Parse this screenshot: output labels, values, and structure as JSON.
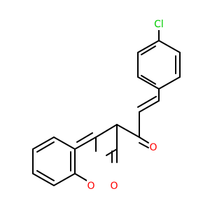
{
  "molecule": {
    "atoms": {
      "chlorine": {
        "symbol": "Cl",
        "color": "#00cc00"
      },
      "ketone_oxygen": {
        "symbol": "O",
        "color": "#ff0000"
      },
      "ring_oxygen": {
        "symbol": "O",
        "color": "#ff0000"
      },
      "lactone_oxygen": {
        "symbol": "O",
        "color": "#ff0000"
      }
    },
    "bond_color": "#000000"
  }
}
